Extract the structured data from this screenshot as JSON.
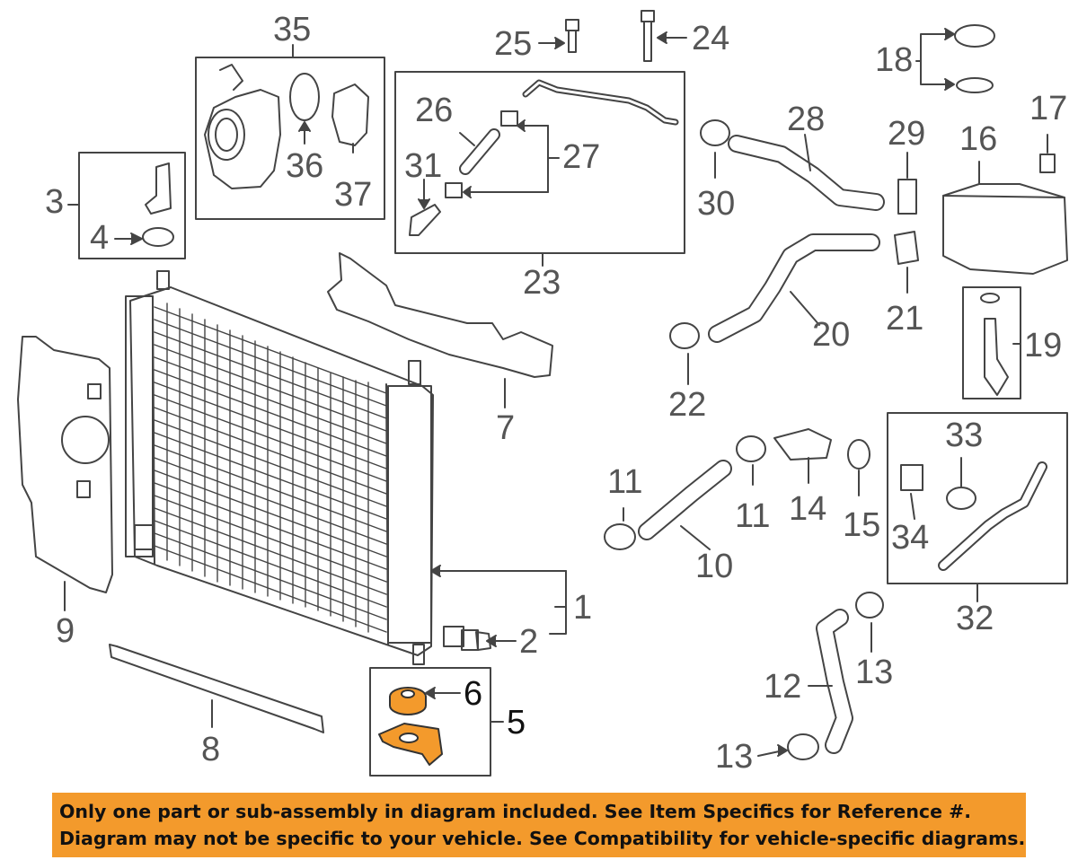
{
  "callouts": {
    "c1": "1",
    "c2": "2",
    "c3": "3",
    "c4": "4",
    "c5": "5",
    "c6": "6",
    "c7": "7",
    "c8": "8",
    "c9": "9",
    "c10": "10",
    "c11a": "11",
    "c11b": "11",
    "c12": "12",
    "c13a": "13",
    "c13b": "13",
    "c14": "14",
    "c15": "15",
    "c16": "16",
    "c17": "17",
    "c18": "18",
    "c19": "19",
    "c20": "20",
    "c21": "21",
    "c22": "22",
    "c23": "23",
    "c24": "24",
    "c25": "25",
    "c26": "26",
    "c27": "27",
    "c28": "28",
    "c29": "29",
    "c30": "30",
    "c31": "31",
    "c32": "32",
    "c33": "33",
    "c34": "34",
    "c35": "35",
    "c36": "36",
    "c37": "37"
  },
  "highlighted_part": "5",
  "banner": {
    "line1": "Only one part or sub-assembly in diagram included. See Item Specifics for Reference #.",
    "line2": "Diagram may not be specific to your vehicle. See Compatibility for vehicle-specific diagrams."
  },
  "colors": {
    "banner_bg": "#f39a2c",
    "highlight_part": "#f39a2c",
    "line": "#444444",
    "label": "#555555"
  }
}
